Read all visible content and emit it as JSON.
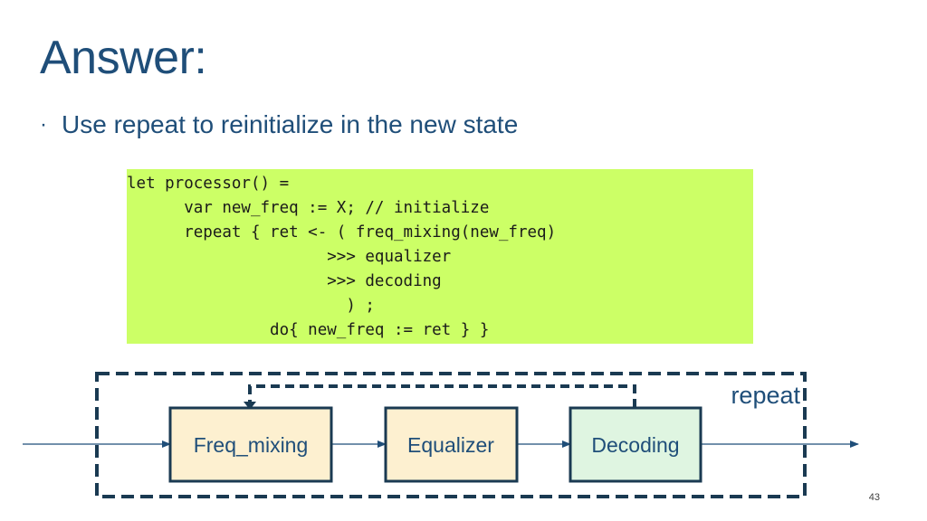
{
  "slide": {
    "title": "Answer:",
    "bullet": "Use repeat to reinitialize in the new state",
    "page_number": "43"
  },
  "code": [
    "let processor() =",
    "      var new_freq := X; // initialize",
    "      repeat { ret <- ( freq_mixing(new_freq)",
    "                     >>> equalizer",
    "                     >>> decoding",
    "                       ) ;",
    "               do{ new_freq := ret } }"
  ],
  "diagram": {
    "container_label": "repeat",
    "nodes": [
      {
        "id": "freq_mixing",
        "label": "Freq_mixing",
        "fill": "#fdf0d0"
      },
      {
        "id": "equalizer",
        "label": "Equalizer",
        "fill": "#fdf0d0"
      },
      {
        "id": "decoding",
        "label": "Decoding",
        "fill": "#dff5e1"
      }
    ],
    "edges": [
      {
        "from": "input",
        "to": "freq_mixing"
      },
      {
        "from": "freq_mixing",
        "to": "equalizer"
      },
      {
        "from": "equalizer",
        "to": "decoding"
      },
      {
        "from": "decoding",
        "to": "output"
      },
      {
        "from": "decoding",
        "to": "freq_mixing",
        "style": "dashed-feedback"
      }
    ],
    "colors": {
      "border": "#1a3a52",
      "arrow": "#1f4e79",
      "text": "#1f4e79"
    }
  }
}
